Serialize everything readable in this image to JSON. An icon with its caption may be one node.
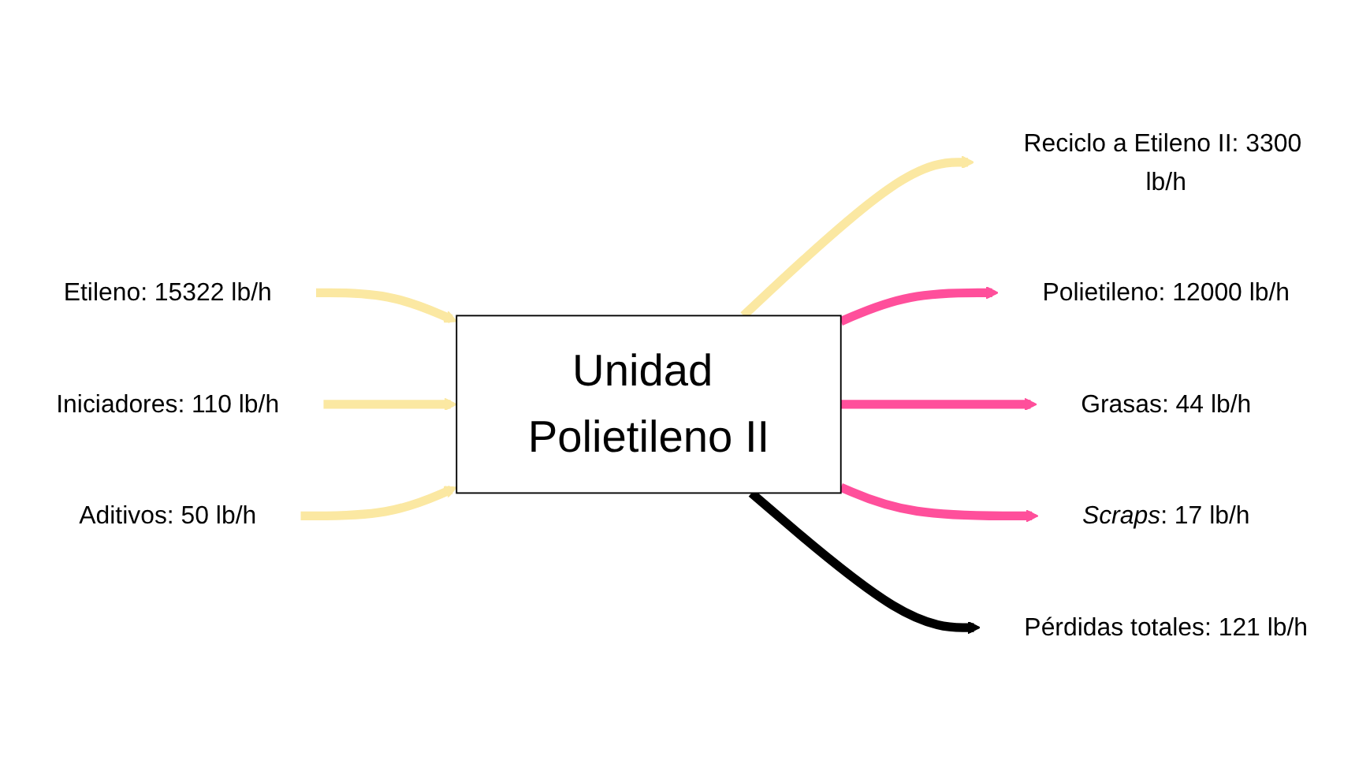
{
  "diagram": {
    "nodes": [
      {
        "text": [
          "Unidad Polietileno II"
        ]
      },
      {
        "text": [
          "Etileno: 15322 lb/h"
        ]
      },
      {
        "text": [
          "Iniciadores: 110 lb/h"
        ]
      },
      {
        "text": [
          "Aditivos: 50 lb/h"
        ]
      },
      {
        "text": [
          "Reciclo a Etileno II: 3300 lb/h"
        ]
      },
      {
        "text": [
          "Polietileno: 12000 lb/h"
        ]
      },
      {
        "text": [
          "Grasas: 44 lb/h"
        ]
      },
      {
        "text": [
          "*Scraps*: 17 lb/h"
        ]
      },
      {
        "text": [
          "Pérdidas totales: 121 lb/h"
        ]
      }
    ],
    "edges": [
      {
        "from": 1,
        "to": 0,
        "arrow": "to"
      },
      {
        "from": 2,
        "to": 0,
        "arrow": "to"
      },
      {
        "from": 3,
        "to": 0,
        "arrow": "to"
      },
      {
        "from": 0,
        "to": 4,
        "arrow": "to"
      },
      {
        "from": 0,
        "to": 5,
        "arrow": "to",
        "color": "#ff4f9b"
      },
      {
        "from": 0,
        "to": 6,
        "arrow": "to",
        "color": "#ff4f9b"
      },
      {
        "from": 0,
        "to": 7,
        "arrow": "to",
        "color": "#ff4f9b"
      },
      {
        "from": 0,
        "to": 8,
        "arrow": "to",
        "color": "#000000"
      }
    ]
  }
}
